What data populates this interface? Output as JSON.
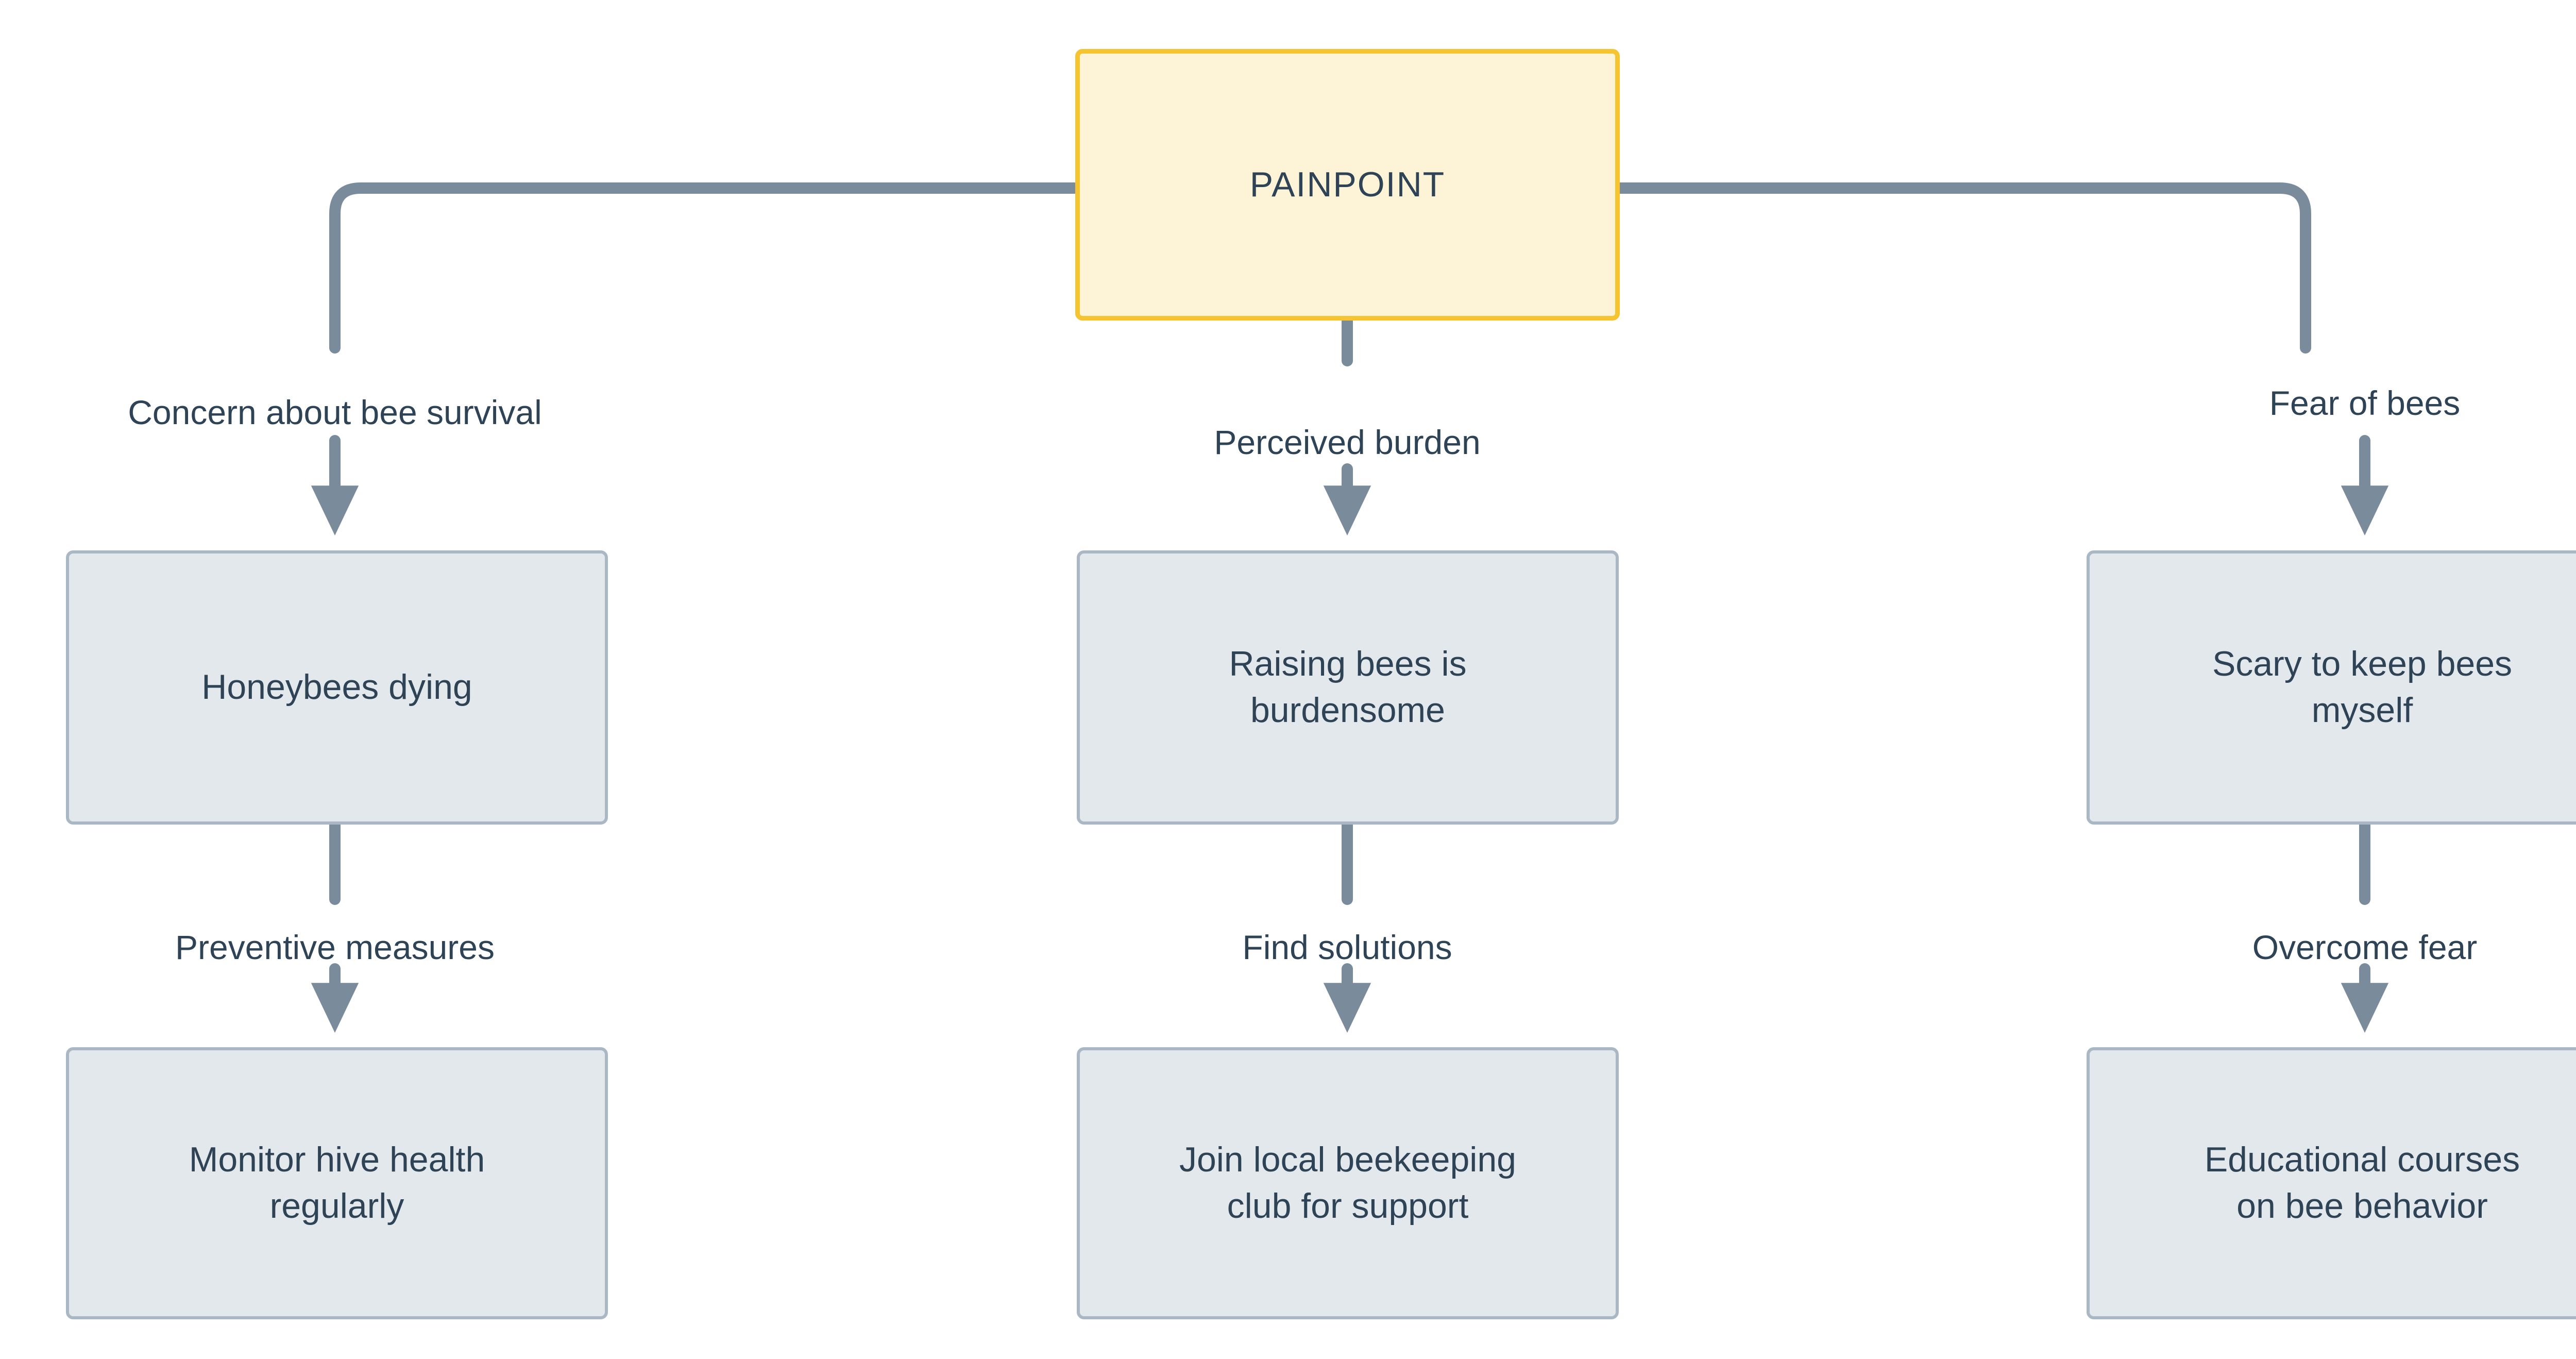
{
  "diagram": {
    "type": "flowchart",
    "direction": "top-down",
    "root": {
      "id": "painpoint",
      "label": "PAINPOINT"
    },
    "branches": [
      {
        "id": "branch-left",
        "edge_label_1": "Concern about bee survival",
        "node_1": "Honeybees dying",
        "edge_label_2": "Preventive measures",
        "node_2": "Monitor hive health\nregularly"
      },
      {
        "id": "branch-center",
        "edge_label_1": "Perceived burden",
        "node_1": "Raising bees is\nburdensome",
        "edge_label_2": "Find solutions",
        "node_2": "Join local beekeeping\nclub for support"
      },
      {
        "id": "branch-right",
        "edge_label_1": "Fear of bees",
        "node_1": "Scary to keep bees\nmyself",
        "edge_label_2": "Overcome fear",
        "node_2": "Educational courses\non bee behavior"
      }
    ],
    "colors": {
      "root_fill": "#fdf3d7",
      "root_border": "#f5c430",
      "node_fill": "#e3e8ec",
      "node_border": "#aab7c4",
      "text": "#2f4356",
      "connector": "#7a8c9c",
      "background": "#ffffff"
    }
  }
}
